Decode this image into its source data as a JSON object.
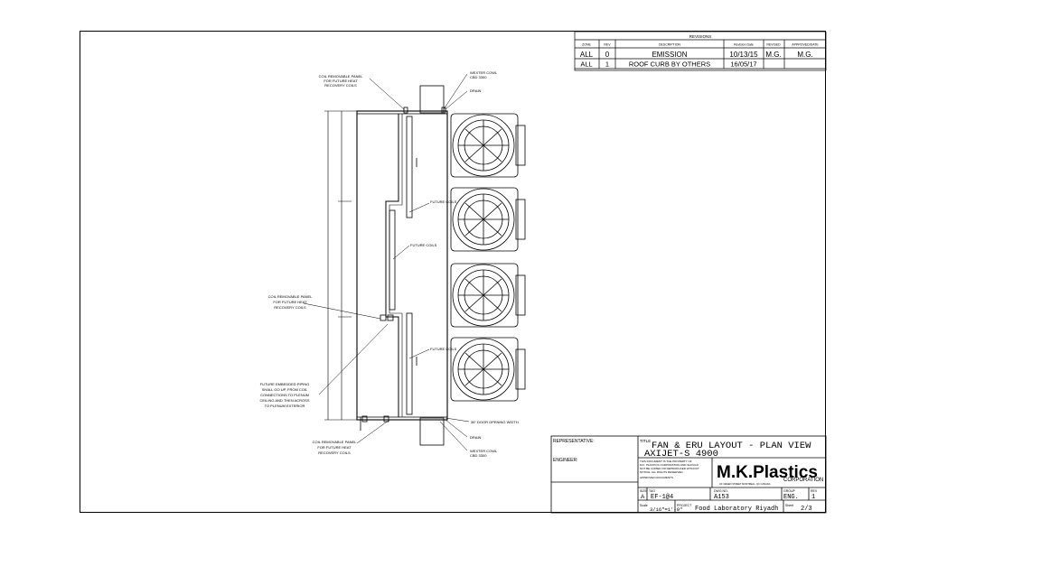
{
  "revisions": {
    "title": "REVISIONS",
    "headers": [
      "ZONE",
      "REV",
      "DESCRIPTION",
      "Revision Date",
      "REVISED",
      "APPROVED/DATE"
    ],
    "rows": [
      [
        "ALL",
        "0",
        "EMISSION",
        "10/13/15",
        "M.G.",
        "M.G."
      ],
      [
        "ALL",
        "1",
        "ROOF CURB BY OTHERS",
        "16/05/17",
        "",
        ""
      ]
    ]
  },
  "callouts": {
    "coil_panel_top": [
      "COIL REMOVABLE PANEL",
      "FOR FUTURE HEAT",
      "RECOVERY COILS"
    ],
    "wexter_top": [
      "WEXTER COWL",
      "CBD 3300"
    ],
    "drain_top": "DRAIN",
    "future_coils_1": "FUTURE COILS",
    "future_coils_2": "FUTURE COILS",
    "future_coils_3": "FUTURE COILS",
    "coil_panel_mid": [
      "COIL REMOVABLE PANEL",
      "FOR FUTURE HEAT",
      "RECOVERY COILS"
    ],
    "piping_note": [
      "FUTURE EMBEDDED PIPING",
      "SHALL GO UP, FROM COIL",
      "CONNECTIONS TO PLENUM",
      "CEILING AND THEN ACROSS",
      "TO PLENUM EXTERIOR"
    ],
    "door_opening": "36\" DOOR OPENING WIDTH",
    "drain_bottom": "DRAIN",
    "coil_panel_bottom": [
      "COIL REMOVABLE PANEL",
      "FOR FUTURE HEAT",
      "RECOVERY COILS"
    ],
    "wexter_bottom": [
      "WEXTER COWL",
      "CBD 3300"
    ]
  },
  "title_block": {
    "representative_label": "REPRESENTATIVE:",
    "engineer_label": "ENGINEER:",
    "title_label": "TITLE",
    "title_line1": "FAN & ERU LAYOUT - PLAN VIEW",
    "title_line2": "AXIJET-S 4900",
    "notice": [
      "THIS DOCUMENT IS THE PROPERTY OF",
      "M.K. PLASTICS CORPORATION AND SHOULD",
      "NOT BE COPIED OR REPRODUCED WITHOUT",
      "NOTICE. ALL RIGHTS RESERVED.",
      "APPROVED DOCUMENTS"
    ],
    "logo_text": "M.K.Plastics",
    "logo_sub": "CORPORATION",
    "logo_tag": "OF GREEN STREET MONTREAL, QC CANADA",
    "size_label": "SIZE",
    "size_value": "A",
    "tag_label": "TAG",
    "tag_value": "EF-1@4",
    "dwg_label": "DWG NO.",
    "dwg_value": "A153",
    "group_label": "GROUP",
    "group_value": "ENG.",
    "rev_label": "REV",
    "rev_value": "1",
    "scale_label": "Scale",
    "scale_value": "3/16\"=1'-0\"",
    "project_label": "PROJECT",
    "project_value": "Food Laboratory Riyadh",
    "sheet_label": "Sheet",
    "sheet_value": "2/3"
  }
}
